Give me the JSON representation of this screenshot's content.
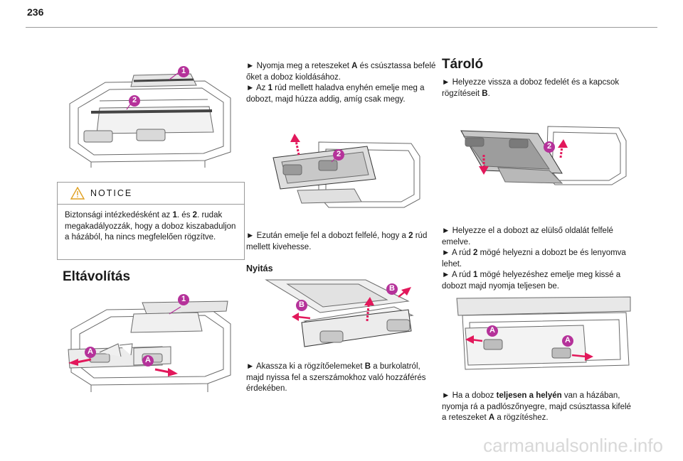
{
  "page": {
    "number": "236"
  },
  "figure1": {
    "callouts": [
      "1",
      "2"
    ]
  },
  "notice": {
    "title": "NOTICE",
    "text_1": "Biztonsági intézkedésként az ",
    "b1": "1",
    "text_2": ". és ",
    "b2": "2",
    "text_3": ". rudak megakadályozzák, hogy a doboz kiszabaduljon a házából, ha nincs megfelelően rögzítve."
  },
  "removal": {
    "heading": "Eltávolítás",
    "figure_callouts": [
      "1",
      "A",
      "A"
    ],
    "step1_bullet": "►",
    "step1_a": " Nyomja meg a reteszeket ",
    "step1_b": "A",
    "step1_c": " és csúsztassa befelé őket a doboz kioldásához.",
    "step2_bullet": "►",
    "step2_a": " Az ",
    "step2_b": "1",
    "step2_c": " rúd mellett haladva enyhén emelje meg a dobozt, majd húzza addig, amíg csak megy.",
    "figure2_callouts": [
      "2"
    ],
    "step3_bullet": "►",
    "step3_a": " Ezután emelje fel a dobozt felfelé, hogy a ",
    "step3_b": "2",
    "step3_c": " rúd mellett kivehesse."
  },
  "opening": {
    "heading": "Nyitás",
    "figure_callouts": [
      "B",
      "B"
    ],
    "step_bullet": "►",
    "step_a": " Akassza ki a rögzítőelemeket ",
    "step_b": "B",
    "step_c": " a burkolatról, majd nyissa fel a szerszámokhoz való hozzáférés érdekében."
  },
  "storage": {
    "heading": "Tároló",
    "step1_bullet": "►",
    "step1_a": " Helyezze vissza a doboz fedelét és a kapcsok rögzítéseit ",
    "step1_b": "B",
    "step1_c": ".",
    "figure1_callouts": [
      "2"
    ],
    "step2_bullet": "►",
    "step2_a": " Helyezze el a dobozt az elülső oldalát felfelé emelve.",
    "step3_bullet": "►",
    "step3_a": " A rúd ",
    "step3_b": "2",
    "step3_c": " mögé helyezni a dobozt be és lenyomva lehet.",
    "step4_bullet": "►",
    "step4_a": " A rúd ",
    "step4_b": "1",
    "step4_c": " mögé helyezéshez emelje meg kissé a dobozt majd nyomja teljesen be.",
    "figure2_callouts": [
      "A",
      "A"
    ],
    "step5_bullet": "►",
    "step5_a": " Ha a doboz ",
    "step5_b": "teljesen a helyén",
    "step5_c": " van a házában, nyomja rá a padlószőnyegre, majd csúsztassa kifelé a reteszeket ",
    "step5_d": "A",
    "step5_e": " a rögzítéshez."
  },
  "watermark": "carmanualsonline.info",
  "colors": {
    "callout": "#b5329a",
    "arrow": "#e2185b",
    "line": "#555555",
    "light": "#cfcfcf"
  }
}
